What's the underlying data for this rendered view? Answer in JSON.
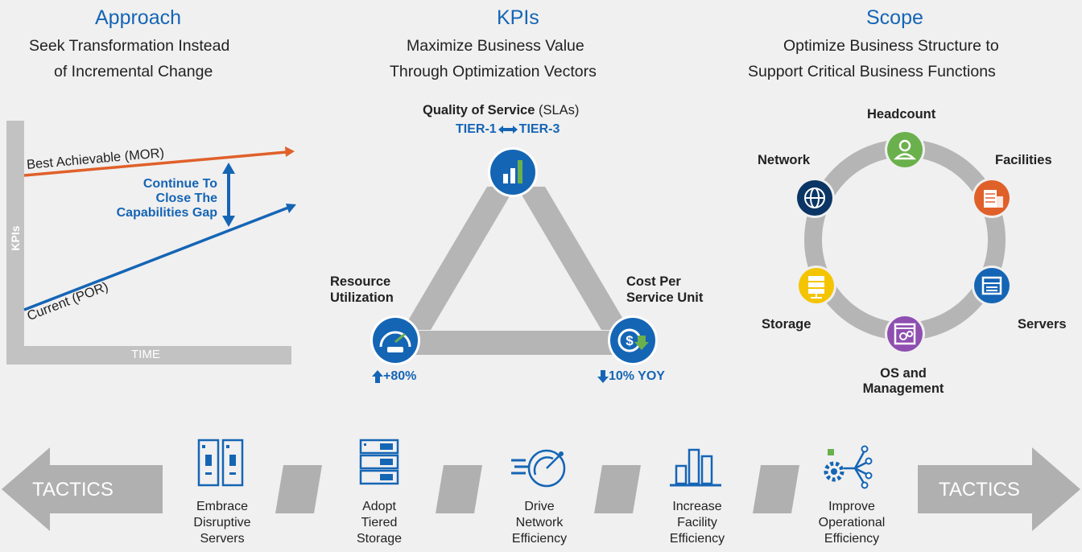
{
  "approach": {
    "title": "Approach",
    "subtitle_line1": "Seek Transformation Instead",
    "subtitle_line2": "of Incremental Change",
    "chart": {
      "y_axis_label": "KPIs",
      "x_axis_label": "TIME",
      "best_line_label": "Best Achievable (MOR)",
      "current_line_label": "Current (POR)",
      "gap_line1": "Continue To",
      "gap_line2": "Close The",
      "gap_line3": "Capabilities Gap"
    }
  },
  "kpis": {
    "title": "KPIs",
    "subtitle_line1": "Maximize Business Value",
    "subtitle_line2": "Through Optimization Vectors",
    "quality": {
      "label_bold": "Quality of Service",
      "label_paren": "(SLAs)",
      "tier_left": "TIER-1",
      "tier_right": "TIER-3"
    },
    "resource": {
      "line1": "Resource",
      "line2": "Utilization",
      "delta": "+80%"
    },
    "cost": {
      "line1": "Cost Per",
      "line2": "Service Unit",
      "delta": "10% YOY"
    }
  },
  "scope": {
    "title": "Scope",
    "subtitle_line1": "Optimize Business Structure to",
    "subtitle_line2": "Support Critical Business Functions",
    "nodes": {
      "headcount": "Headcount",
      "facilities": "Facilities",
      "servers": "Servers",
      "os_line1": "OS and",
      "os_line2": "Management",
      "storage": "Storage",
      "network": "Network"
    }
  },
  "tactics": {
    "left_label": "TACTICS",
    "right_label": "TACTICS",
    "items": [
      {
        "line1": "Embrace",
        "line2": "Disruptive",
        "line3": "Servers"
      },
      {
        "line1": "Adopt",
        "line2": "Tiered",
        "line3": "Storage"
      },
      {
        "line1": "Drive",
        "line2": "Network",
        "line3": "Efficiency"
      },
      {
        "line1": "Increase",
        "line2": "Facility",
        "line3": "Efficiency"
      },
      {
        "line1": "Improve",
        "line2": "Operational",
        "line3": "Efficiency"
      }
    ]
  },
  "colors": {
    "brand_blue": "#1565b5",
    "dark_blue": "#0a4a8a",
    "orange": "#e0602a",
    "green": "#6ab04c",
    "purple": "#8e4fb0",
    "yellow": "#f5c400",
    "navy": "#0b3564",
    "gray": "#b0b0b0"
  }
}
